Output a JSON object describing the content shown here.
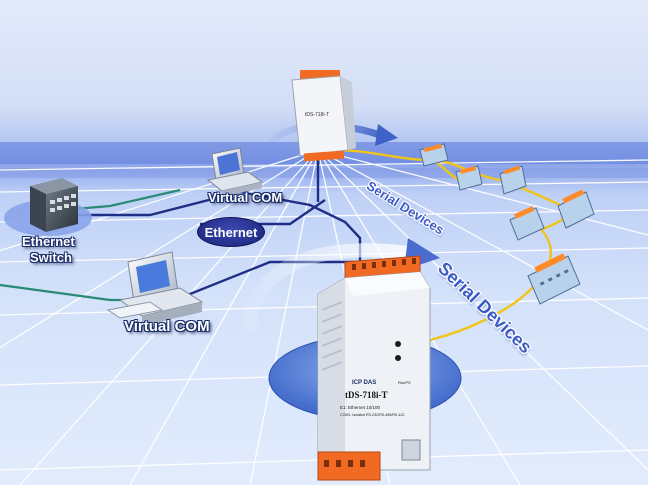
{
  "labels": {
    "ethernet_switch_line1": "Ethernet",
    "ethernet_switch_line2": "Switch",
    "virtual_com_top": "Virtual COM",
    "virtual_com_bottom": "Virtual COM",
    "ethernet": "Ethernet",
    "serial_devices_top": "Serial Devices",
    "serial_devices_main": "Serial Devices"
  },
  "main_device": {
    "brand": "ICP DAS",
    "model": "tDS-718i-T",
    "spec_line1": "E1: Ethernet 10/100",
    "spec_line2": "COM1: Isolated RS-232/RS-485/RS-422",
    "power_label": "RunPS"
  },
  "top_device": {
    "model": "tDS-718i-T"
  },
  "colors": {
    "grid_line": "#ffffff",
    "network_link": "#1f2f86",
    "switch_link": "#2a8a74",
    "serial_cable": "#f0c419",
    "terminal_block": "#f06a24",
    "label_outline": "#1a2d6b",
    "serial_label_blue": "#3a5bc7"
  }
}
